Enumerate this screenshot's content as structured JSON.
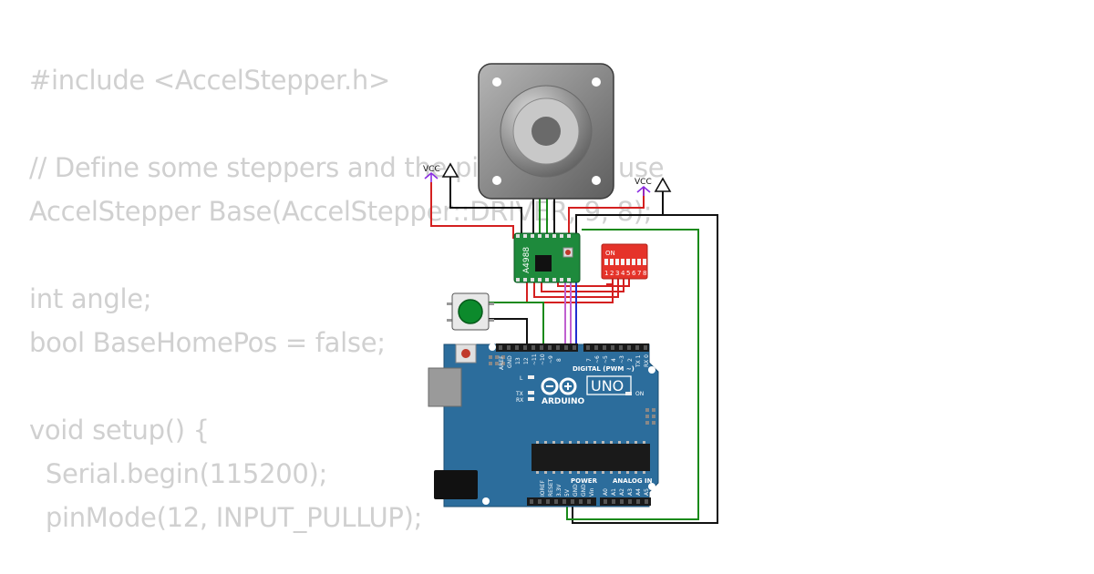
{
  "code": {
    "lines": [
      "#include <AccelStepper.h>",
      "",
      "// Define some steppers and the pins the will use",
      "AccelStepper Base(AccelStepper::DRIVER, 9, 8);",
      "",
      "int angle;",
      "bool BaseHomePos = false;",
      "",
      "void setup() {",
      "  Serial.begin(115200);",
      "  pinMode(12, INPUT_PULLUP);"
    ]
  },
  "circuit": {
    "vcc_left": "VCC",
    "vcc_right": "VCC",
    "driver_label": "A4988",
    "dip_on_label": "ON",
    "dip_numbers": [
      "1",
      "2",
      "3",
      "4",
      "5",
      "6",
      "7",
      "8"
    ],
    "arduino": {
      "brand": "ARDUINO",
      "model": "UNO",
      "digital_label": "DIGITAL (PWM ~)",
      "power_label": "POWER",
      "analog_label": "ANALOG IN",
      "on_label": "ON",
      "l_label": "L",
      "tx_label": "TX",
      "rx_label": "RX",
      "digital_pins": [
        "AREF",
        "GND",
        "13",
        "12",
        "~11",
        "~10",
        "~9",
        "8",
        "7",
        "~6",
        "~5",
        "4",
        "~3",
        "2",
        "TX 1",
        "RX 0"
      ],
      "power_pins": [
        "IOREF",
        "RESET",
        "3.3V",
        "5V",
        "GND",
        "GND",
        "Vin"
      ],
      "analog_pins": [
        "A0",
        "A1",
        "A2",
        "A3",
        "A4",
        "A5"
      ]
    },
    "colors": {
      "board_blue": "#2c6d9c",
      "driver_green": "#1e8a3c",
      "dip_red": "#e5332a",
      "wire_red": "#d42020",
      "wire_green": "#1a8a1a",
      "wire_black": "#111111",
      "wire_violet": "#c060d0",
      "wire_blue": "#2030d0",
      "vcc_violet": "#8a2be2"
    }
  }
}
